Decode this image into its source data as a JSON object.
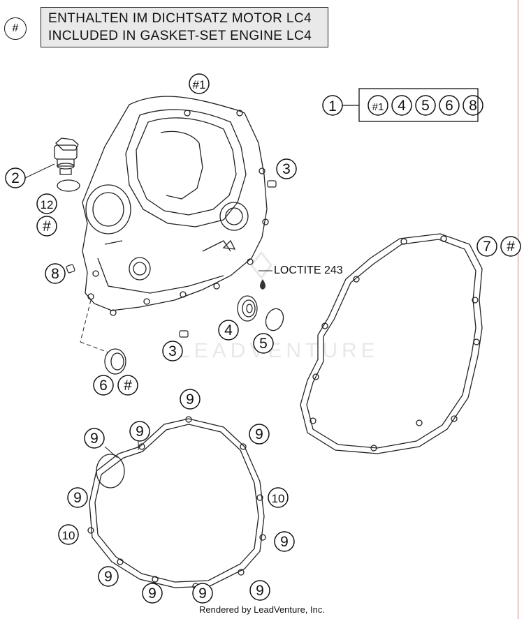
{
  "legend": {
    "marker": "#",
    "line1": "ENTHALTEN IM DICHTSATZ MOTOR LC4",
    "line2": "INCLUDED IN GASKET-SET ENGINE LC4"
  },
  "kit": {
    "number": "1",
    "items": [
      "#1",
      "4",
      "5",
      "6",
      "8"
    ]
  },
  "callouts": {
    "cover": "#1",
    "plug": "2",
    "oring_12": "12",
    "oring_hash": "#",
    "screw_8": "8",
    "screw_3_top": "3",
    "screw_3_bottom": "3",
    "part_4": "4",
    "part_5": "5",
    "seal_6": "6",
    "seal_6_hash": "#",
    "gasket_7": "7",
    "gasket_7_hash": "#",
    "g9_top": "9",
    "g9_left_upper": "9",
    "g9_upper_mid": "9",
    "g9_right_upper": "9",
    "g9_left_mid": "9",
    "g10_right": "10",
    "g10_left": "10",
    "g9_right_lower": "9",
    "g9_bottom_left": "9",
    "g9_bottom_1": "9",
    "g9_bottom_2": "9",
    "g9_bottom_3": "9"
  },
  "loctite": "LOCTITE 243",
  "watermark": "LEADVENTURE",
  "footer": "Rendered by LeadVenture, Inc."
}
